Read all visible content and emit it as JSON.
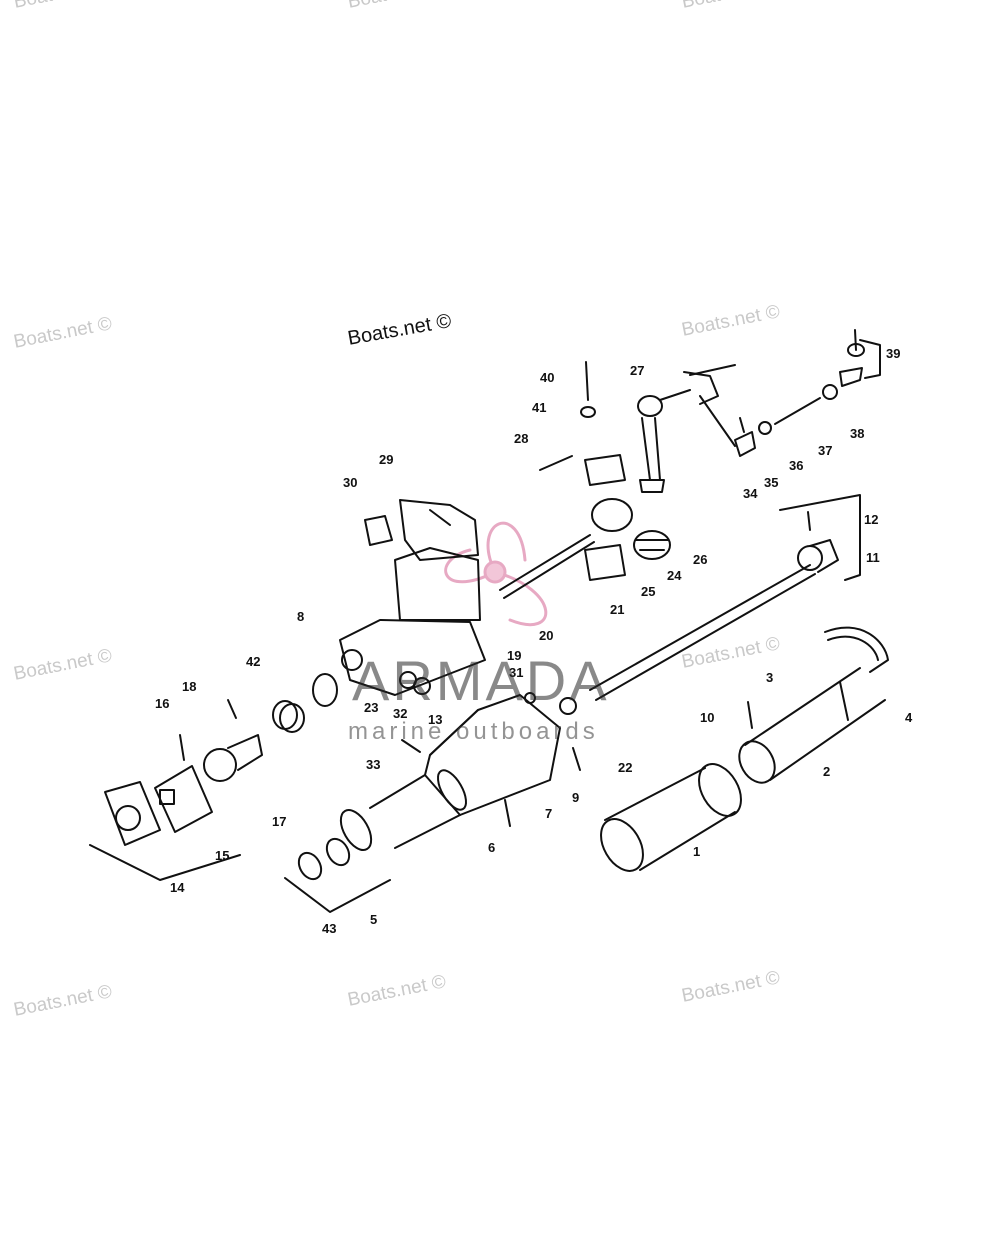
{
  "watermarks": {
    "main": "Boats.net ©",
    "tile": "Boats.net ©"
  },
  "brand": {
    "name": "ARMADA",
    "tagline": "marine outboards",
    "accent_color": "#e7a9c3"
  },
  "callouts": [
    "1",
    "2",
    "3",
    "4",
    "5",
    "6",
    "7",
    "8",
    "9",
    "10",
    "11",
    "12",
    "13",
    "14",
    "15",
    "16",
    "17",
    "18",
    "19",
    "20",
    "21",
    "22",
    "23",
    "24",
    "25",
    "26",
    "27",
    "28",
    "29",
    "30",
    "31",
    "32",
    "33",
    "34",
    "35",
    "36",
    "37",
    "38",
    "39",
    "40",
    "41",
    "42",
    "43"
  ],
  "line_color": "#111111"
}
